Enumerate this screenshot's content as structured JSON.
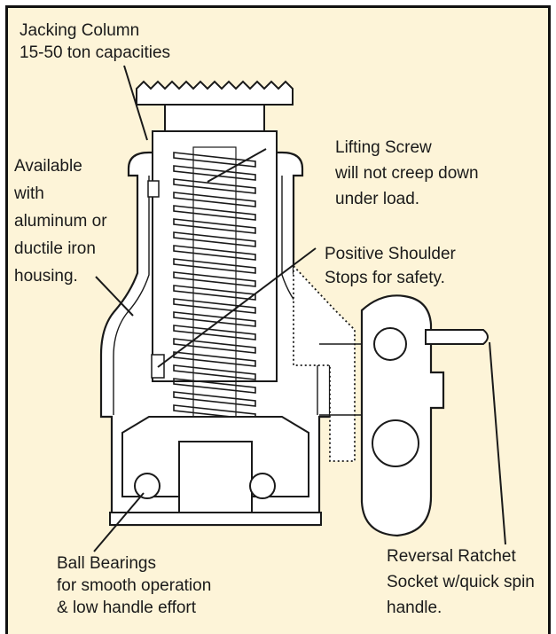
{
  "colors": {
    "background": "#fdf4d8",
    "border": "#111111",
    "ink": "#1a1a1a",
    "part_fill": "#ffffff"
  },
  "labels": {
    "jacking_column": [
      "Jacking Column",
      "15-50 ton capacities"
    ],
    "housing": [
      "Available",
      "with",
      "aluminum or",
      "ductile iron",
      "housing."
    ],
    "lifting_screw": [
      "Lifting Screw",
      "will not creep down",
      "under load."
    ],
    "shoulder_stops": [
      "Positive Shoulder",
      "Stops for safety."
    ],
    "ball_bearings": [
      "Ball Bearings",
      "for smooth operation",
      "& low handle effort"
    ],
    "reversal_ratchet": [
      "Reversal Ratchet",
      "Socket w/quick spin",
      "handle."
    ]
  }
}
